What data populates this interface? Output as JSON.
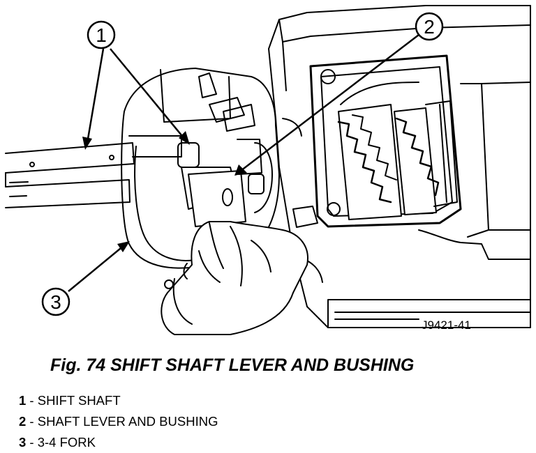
{
  "figure": {
    "callouts": [
      "1",
      "2",
      "3"
    ],
    "drawing_id": "J9421-41",
    "caption": "Fig. 74 SHIFT SHAFT LEVER AND BUSHING"
  },
  "legend": [
    {
      "number": "1",
      "label": " - SHIFT SHAFT"
    },
    {
      "number": "2",
      "label": " - SHAFT LEVER AND BUSHING"
    },
    {
      "number": "3",
      "label": " - 3-4 FORK"
    }
  ]
}
